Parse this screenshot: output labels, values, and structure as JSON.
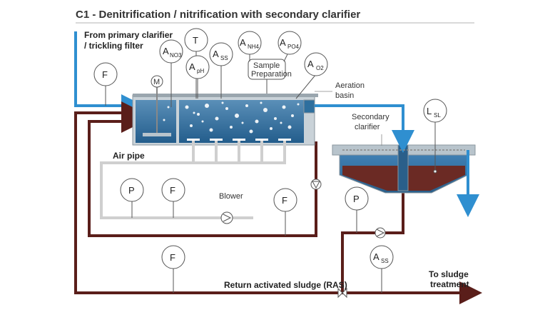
{
  "title": "C1 - Denitrification / nitrification with secondary clarifier",
  "labels": {
    "inflow_line1": "From primary clarifier",
    "inflow_line2": "/ trickling filter",
    "aeration_line1": "Aeration",
    "aeration_line2": "basin",
    "clarifier_line1": "Secondary",
    "clarifier_line2": "clarifier",
    "air_pipe": "Air pipe",
    "blower": "Blower",
    "ras": "Return activated sludge (RAS)",
    "sludge_line1": "To sludge",
    "sludge_line2": "treatment",
    "sample_line1": "Sample",
    "sample_line2": "Preparation"
  },
  "instruments": {
    "f_inflow": {
      "main": "F"
    },
    "motor": {
      "main": "M"
    },
    "t": {
      "main": "T"
    },
    "a_no3": {
      "main": "A",
      "sub": "NO3"
    },
    "a_ph": {
      "main": "A",
      "sub": "pH"
    },
    "a_ss": {
      "main": "A",
      "sub": "SS"
    },
    "a_nh4": {
      "main": "A",
      "sub": "NH4"
    },
    "a_po4": {
      "main": "A",
      "sub": "PO4"
    },
    "a_o2": {
      "main": "A",
      "sub": "O2"
    },
    "l_sl": {
      "main": "L",
      "sub": "SL"
    },
    "p_air": {
      "main": "P"
    },
    "f_air": {
      "main": "F"
    },
    "f_recycle": {
      "main": "F"
    },
    "p_ras": {
      "main": "P"
    },
    "a_ss_ras": {
      "main": "A",
      "sub": "SS"
    },
    "f_ras": {
      "main": "F"
    }
  },
  "colors": {
    "water": "#2e6f9e",
    "water_light": "#5a95c0",
    "inflow": "#2f8fd0",
    "sludge": "#5a1e1a",
    "sludge_fill": "#6b2a24",
    "tank": "#b8c4cc",
    "air_pipe": "#cfcfcf"
  }
}
